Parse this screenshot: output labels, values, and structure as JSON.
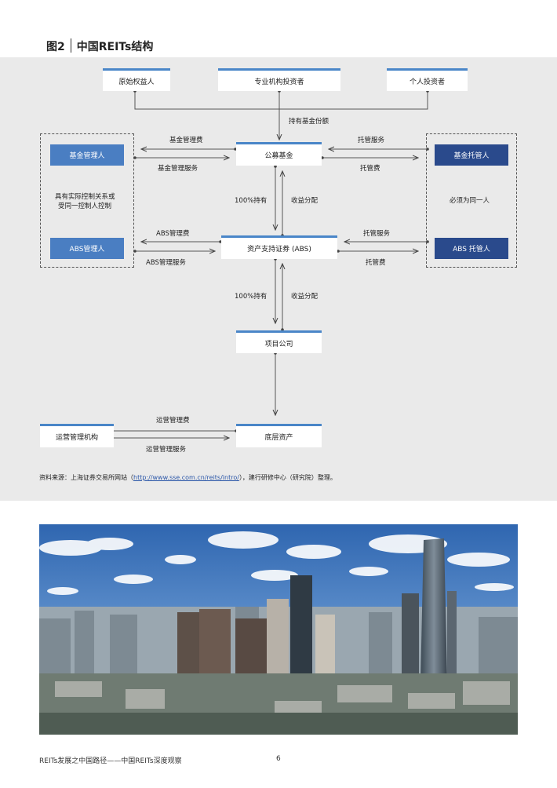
{
  "figure": {
    "number": "图2",
    "title": "中国REITs结构"
  },
  "nodes": {
    "original_equity": "原始权益人",
    "pro_investors": "专业机构投资者",
    "individual_investors": "个人投资者",
    "fund_manager": "基金管理人",
    "public_fund": "公募基金",
    "fund_custodian": "基金托管人",
    "abs_manager": "ABS管理人",
    "abs": "资产支持证券 (ABS)",
    "abs_custodian": "ABS 托管人",
    "project_company": "项目公司",
    "operator": "运营管理机构",
    "underlying_assets": "底层资产"
  },
  "edge_labels": {
    "hold_fund_share": "持有基金份额",
    "fund_mgmt_fee": "基金管理费",
    "fund_mgmt_service": "基金管理服务",
    "custody_service_1": "托管服务",
    "custody_fee_1": "托管费",
    "hold_100_1": "100%持有",
    "income_dist_1": "收益分配",
    "abs_mgmt_fee": "ABS管理费",
    "abs_mgmt_service": "ABS管理服务",
    "custody_service_2": "托管服务",
    "custody_fee_2": "托管费",
    "hold_100_2": "100%持有",
    "income_dist_2": "收益分配",
    "ops_mgmt_fee": "运营管理费",
    "ops_mgmt_service": "运营管理服务"
  },
  "group_notes": {
    "left_line1": "具有实际控制关系或",
    "left_line2": "受同一控制人控制",
    "right": "必须为同一人"
  },
  "source": {
    "prefix": "资料来源：上海证券交易所网站（",
    "link": "http://www.sse.com.cn/reits/intro/",
    "suffix": "），建行研修中心（研究院）整理。"
  },
  "footer": {
    "left": "REITs发展之中国路径——中国REITs深度观察",
    "page": "6"
  },
  "colors": {
    "accent_border": "#4a86c8",
    "box_mid": "#4a7ec2",
    "box_dark": "#2a4a8c",
    "panel": "#eaeaea"
  }
}
